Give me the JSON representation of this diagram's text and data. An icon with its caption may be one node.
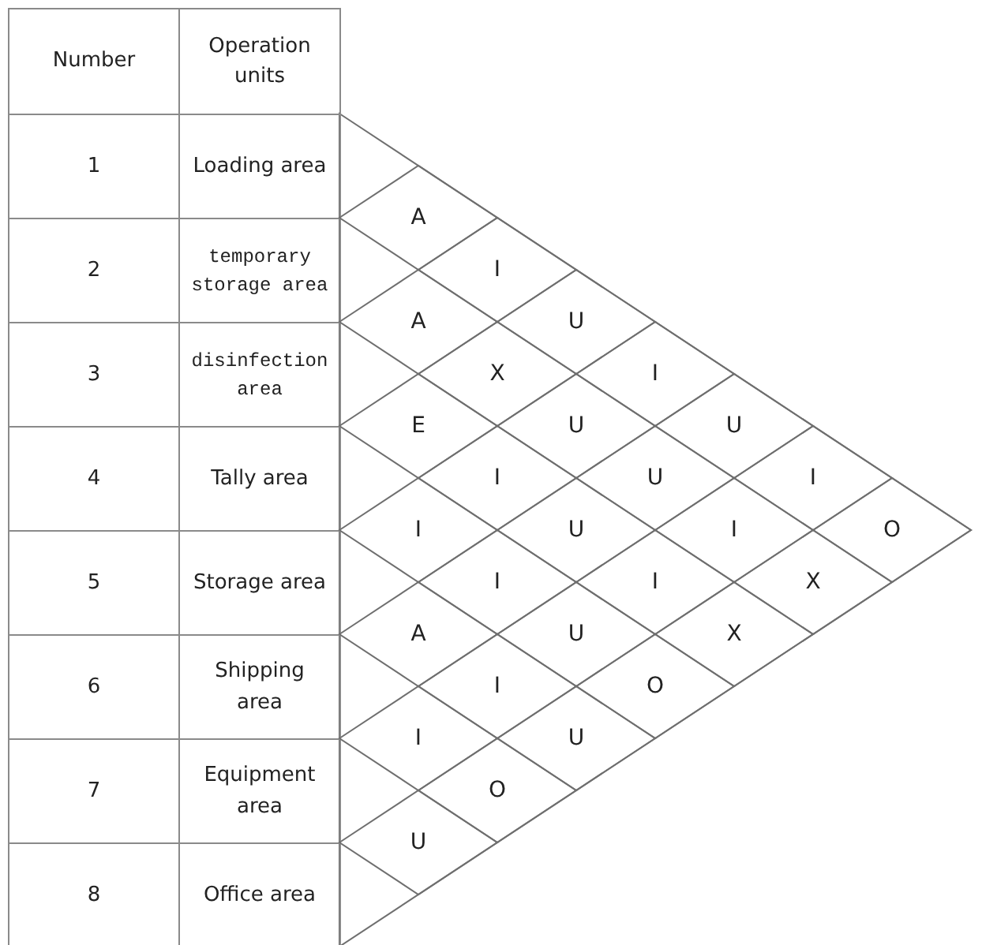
{
  "diagram": {
    "nodes": [
      {
        "text": [
          "A"
        ]
      },
      {
        "text": [
          "I"
        ]
      },
      {
        "text": [
          "A"
        ]
      },
      {
        "text": [
          "U"
        ]
      },
      {
        "text": [
          "X"
        ]
      },
      {
        "text": [
          "I"
        ]
      },
      {
        "text": [
          "E"
        ]
      },
      {
        "text": [
          "U"
        ]
      },
      {
        "text": [
          "U"
        ]
      },
      {
        "text": [
          "I"
        ]
      },
      {
        "text": [
          "U"
        ]
      },
      {
        "text": [
          "I"
        ]
      },
      {
        "text": [
          "I"
        ]
      },
      {
        "text": [
          "U"
        ]
      },
      {
        "text": [
          "I"
        ]
      },
      {
        "text": [
          "O"
        ]
      },
      {
        "text": [
          "I"
        ]
      },
      {
        "text": [
          "I"
        ]
      },
      {
        "text": [
          "X"
        ]
      },
      {
        "text": [
          "A"
        ]
      },
      {
        "text": [
          "U"
        ]
      },
      {
        "text": [
          "X"
        ]
      },
      {
        "text": [
          "I"
        ]
      },
      {
        "text": [
          "O"
        ]
      },
      {
        "text": [
          "I"
        ]
      },
      {
        "text": [
          "U"
        ]
      },
      {
        "text": [
          "O"
        ]
      },
      {
        "text": [
          "U"
        ]
      }
    ],
    "labels": [
      "Number",
      "Operation units",
      "1",
      "Loading area",
      "2",
      "temporary storage area",
      "3",
      "disinfection area",
      "4",
      "Tally area",
      "5",
      "Storage area",
      "6",
      "Shipping area",
      "7",
      "Equipment area",
      "8",
      "Office area"
    ]
  }
}
